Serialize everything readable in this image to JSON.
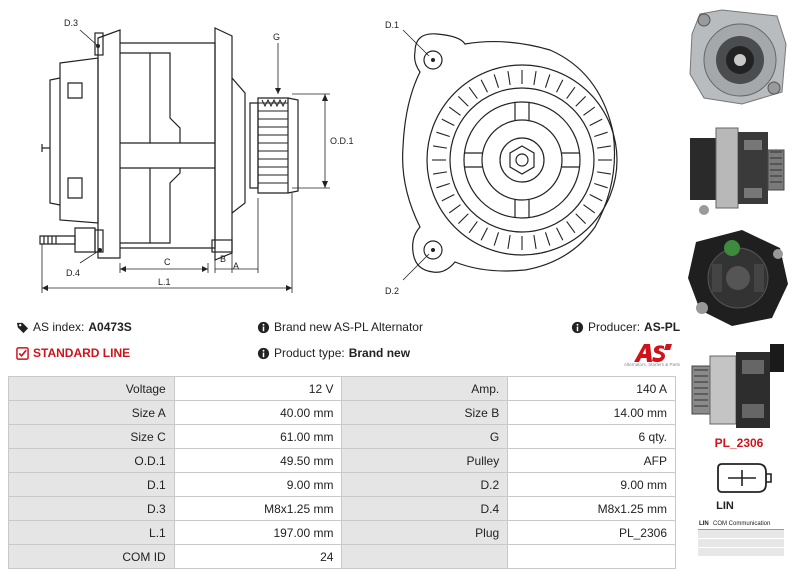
{
  "drawing_labels": {
    "d3": "D.3",
    "g": "G",
    "od1": "O.D.1",
    "d4": "D.4",
    "c": "C",
    "b": "B",
    "a": "A",
    "l1": "L.1",
    "d1": "D.1",
    "d2": "D.2"
  },
  "info": {
    "as_index_label": "AS index:",
    "as_index_value": "A0473S",
    "brand_new_text": "Brand new AS-PL Alternator",
    "producer_label": "Producer:",
    "producer_value": "AS-PL",
    "standard_line": "STANDARD LINE",
    "product_type_label": "Product type:",
    "product_type_value": "Brand new"
  },
  "logo": {
    "tagline": "Alternators, Starters & Parts"
  },
  "specs": {
    "rows": [
      {
        "l1": "Voltage",
        "v1": "12 V",
        "l2": "Amp.",
        "v2": "140 A"
      },
      {
        "l1": "Size A",
        "v1": "40.00 mm",
        "l2": "Size B",
        "v2": "14.00 mm"
      },
      {
        "l1": "Size C",
        "v1": "61.00 mm",
        "l2": "G",
        "v2": "6 qty."
      },
      {
        "l1": "O.D.1",
        "v1": "49.50 mm",
        "l2": "Pulley",
        "v2": "AFP"
      },
      {
        "l1": "D.1",
        "v1": "9.00 mm",
        "l2": "D.2",
        "v2": "9.00 mm"
      },
      {
        "l1": "D.3",
        "v1": "M8x1.25 mm",
        "l2": "D.4",
        "v2": "M8x1.25 mm"
      },
      {
        "l1": "L.1",
        "v1": "197.00 mm",
        "l2": "Plug",
        "v2": "PL_2306"
      },
      {
        "l1": "COM ID",
        "v1": "24",
        "l2": "",
        "v2": ""
      }
    ]
  },
  "plug": {
    "name": "PL_2306",
    "lin_label": "LIN",
    "pins": [
      {
        "pin": "LIN",
        "desc": "COM Communication"
      },
      {
        "pin": "",
        "desc": ""
      },
      {
        "pin": "",
        "desc": ""
      },
      {
        "pin": "",
        "desc": ""
      }
    ]
  },
  "colors": {
    "accent_red": "#d0121b",
    "label_bg": "#e5e5e5",
    "border": "#c9c9c9"
  }
}
